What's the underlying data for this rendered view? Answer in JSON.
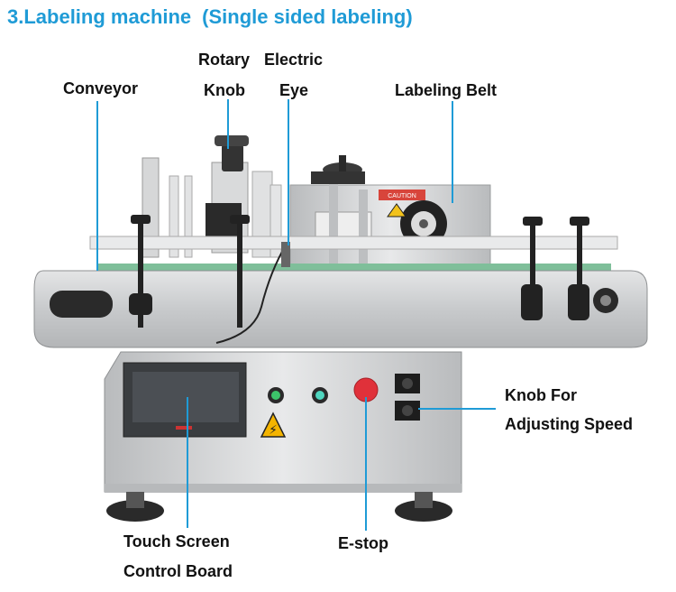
{
  "title": {
    "main": "3.Labeling machine",
    "sub": "(Single sided labeling)"
  },
  "labels": {
    "conveyor": "Conveyor",
    "rotary_line1": "Rotary",
    "rotary_line2": "Knob",
    "electric_line1": "Electric",
    "electric_line2": "Eye",
    "labeling_belt": "Labeling Belt",
    "knob_speed_line1": "Knob For",
    "knob_speed_line2": "Adjusting Speed",
    "touch_line1": "Touch Screen",
    "touch_line2": "Control Board",
    "estop": "E-stop"
  },
  "machine_text": {
    "caution": "CAUTION"
  },
  "colors": {
    "title": "#1f9bd6",
    "leader": "#1f9bd6",
    "steel": "#c9cbcd",
    "estop": "#e0313a"
  }
}
